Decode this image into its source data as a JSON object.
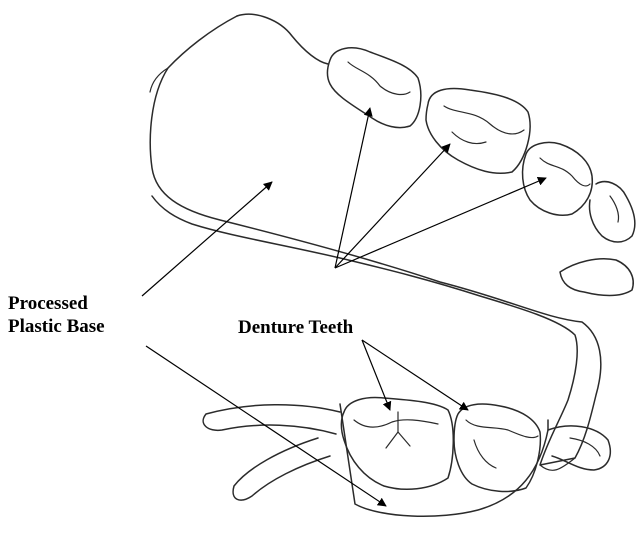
{
  "labels": {
    "plastic_base": [
      "Processed",
      "Plastic Base"
    ],
    "denture_teeth": "Denture Teeth"
  }
}
